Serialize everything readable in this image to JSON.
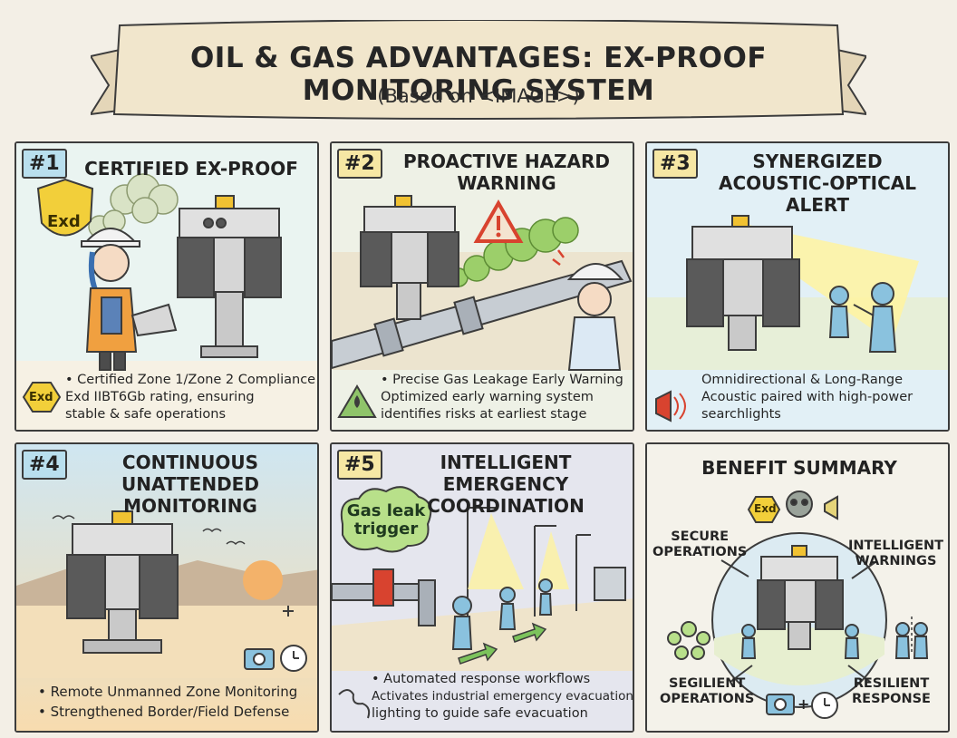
{
  "header": {
    "title": "OIL & GAS ADVANTAGES: EX-PROOF MONITORING SYSTEM",
    "subtitle": "(Based on <IMAGE>)"
  },
  "panels": [
    {
      "badge": "#1",
      "title": "CERTIFIED EX-PROOF",
      "shield_text": "Exd",
      "icon_text": "Exd",
      "bullets": [
        "• Certified Zone 1/Zone 2 Compliance",
        "Exd IIBT6Gb rating, ensuring",
        "stable & safe operations"
      ]
    },
    {
      "badge": "#2",
      "title_lines": [
        "PROACTIVE HAZARD",
        "WARNING"
      ],
      "bullets": [
        "• Precise Gas Leakage Early Warning",
        "Optimized early warning system",
        "identifies risks at earliest stage"
      ]
    },
    {
      "badge": "#3",
      "title_lines": [
        "SYNERGIZED",
        "ACOUSTIC-OPTICAL ALERT"
      ],
      "bullets": [
        "Omnidirectional & Long-Range",
        "Acoustic paired with high-power",
        "searchlights"
      ]
    },
    {
      "badge": "#4",
      "title_lines": [
        "CONTINUOUS UNATTENDED",
        "MONITORING"
      ],
      "bullets": [
        "• Remote Unmanned Zone Monitoring",
        "• Strengthened Border/Field Defense"
      ]
    },
    {
      "badge": "#5",
      "title_lines": [
        "INTELLIGENT EMERGENCY",
        "COORDINATION"
      ],
      "bubble_lines": [
        "Gas leak",
        "trigger"
      ],
      "bullets": [
        "• Automated response workflows",
        "Activates industrial emergency evacuation",
        "lighting to guide safe evacuation"
      ]
    },
    {
      "title": "BENEFIT SUMMARY",
      "icon_text": "Exd",
      "labels": {
        "secure": [
          "SECURE",
          "OPERATIONS"
        ],
        "intelligent": [
          "INTELLIGENT",
          "WARNINGS"
        ],
        "segilient": [
          "SEGILIENT",
          "OPERATIONS"
        ],
        "resilient": [
          "RESILIENT",
          "RESPONSE"
        ]
      },
      "plus": "+"
    }
  ],
  "colors": {
    "panel_badge_blue": "#b9dfee",
    "panel_badge_yellow": "#f6e7a4",
    "gas_green": "#9ccf6a",
    "warning_red": "#d8432f",
    "shield_yellow": "#f2cf3a",
    "sky_blue": "#cfe8f3",
    "sunset_orange": "#f3b26a"
  }
}
